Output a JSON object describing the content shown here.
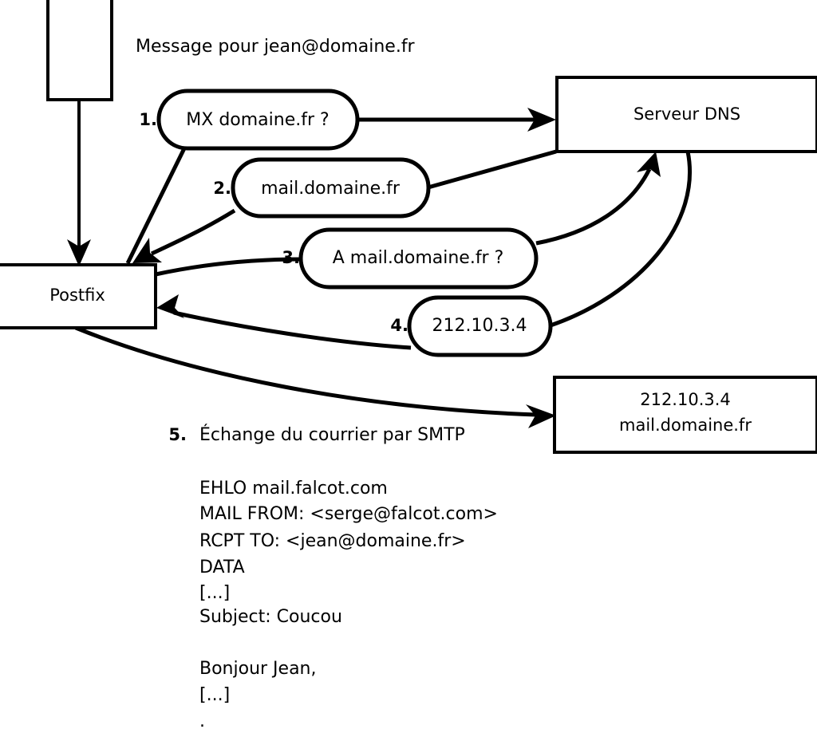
{
  "diagram": {
    "header_note": "Message pour jean@domaine.fr",
    "nodes": {
      "sender_box": {
        "label": ""
      },
      "postfix": {
        "label": "Postfix"
      },
      "dns_server": {
        "label": "Serveur DNS"
      },
      "mail_server": {
        "line1": "212.10.3.4",
        "line2": "mail.domaine.fr"
      }
    },
    "steps": [
      {
        "number": "1.",
        "text": "MX domaine.fr ?"
      },
      {
        "number": "2.",
        "text": "mail.domaine.fr"
      },
      {
        "number": "3.",
        "text": "A mail.domaine.fr ?"
      },
      {
        "number": "4.",
        "text": "212.10.3.4"
      }
    ],
    "step5": {
      "number": "5.",
      "text": "Échange du courrier par SMTP"
    },
    "smtp_transcript": [
      "EHLO mail.falcot.com",
      "MAIL FROM: <serge@falcot.com>",
      "RCPT TO: <jean@domaine.fr>",
      "DATA",
      "[...]",
      "Subject: Coucou",
      "",
      "Bonjour Jean,",
      "[...]",
      "."
    ],
    "colors": {
      "stroke": "#000000",
      "fill": "#ffffff",
      "text": "#000000"
    }
  }
}
